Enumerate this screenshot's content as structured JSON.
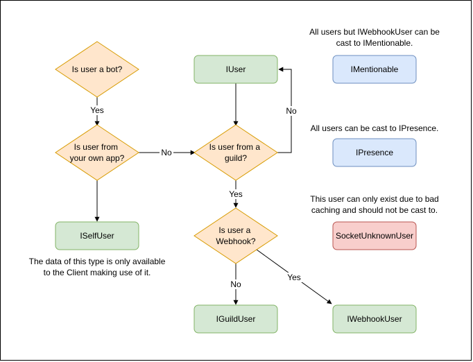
{
  "colors": {
    "decision_fill": "#ffe6cc",
    "decision_stroke": "#d79b00",
    "green_fill": "#d5e8d4",
    "green_stroke": "#82b366",
    "blue_fill": "#dae8fc",
    "blue_stroke": "#6c8ebf",
    "red_fill": "#f8cecc",
    "red_stroke": "#b85450",
    "line": "#000000"
  },
  "decisions": {
    "is_bot": [
      "Is user a bot?"
    ],
    "own_app": [
      "Is user from",
      "your own app?"
    ],
    "from_guild": [
      "Is user from a",
      "guild?"
    ],
    "webhook": [
      "Is user a",
      "Webhook?"
    ]
  },
  "boxes": {
    "iuser": "IUser",
    "iselfuser": "ISelfUser",
    "iguilduser": "IGuildUser",
    "iwebhookuser": "IWebhookUser",
    "imentionable": "IMentionable",
    "ipresence": "IPresence",
    "socketunknownuser": "SocketUnknownUser"
  },
  "edge_labels": {
    "bot_yes": "Yes",
    "ownapp_no": "No",
    "guild_no": "No",
    "guild_yes": "Yes",
    "webhook_no": "No",
    "webhook_yes": "Yes"
  },
  "notes": {
    "mentionable": "All users but IWebhookUser can be\ncast to IMentionable.",
    "presence": "All users can be cast to IPresence.",
    "unknown": "This user can only exist due to bad\ncaching and should not be cast to.",
    "selfuser": "The data of this type is only available\nto the Client making use of it."
  }
}
